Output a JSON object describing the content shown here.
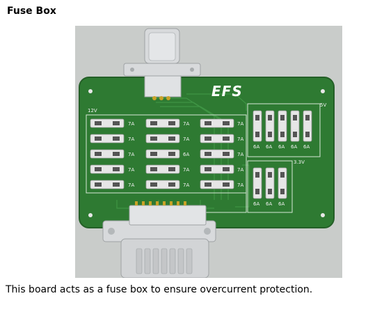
{
  "heading": "Fuse Box",
  "caption": "This board acts as a fuse box to ensure overcurrent protection.",
  "board": {
    "logo": "EFS",
    "section_12v": "12V",
    "section_5v": "5V",
    "section_3v3": "3.3V",
    "rail_12v_ratings": [
      [
        "7A",
        "7A",
        "7A"
      ],
      [
        "7A",
        "7A",
        "7A"
      ],
      [
        "7A",
        "6A",
        "7A"
      ],
      [
        "7A",
        "7A",
        "7A"
      ],
      [
        "7A",
        "7A",
        "7A"
      ]
    ],
    "rail_5v_ratings": [
      "6A",
      "6A",
      "6A",
      "6A",
      "6A"
    ],
    "rail_3v3_ratings": [
      "6A",
      "6A",
      "6A"
    ],
    "colors": {
      "pcb": "#2e7a32",
      "pcb_edge": "#245f27",
      "fuse_body": "#e6e6e6",
      "connector": "#d8dadc",
      "background": "#c9ccca"
    }
  }
}
